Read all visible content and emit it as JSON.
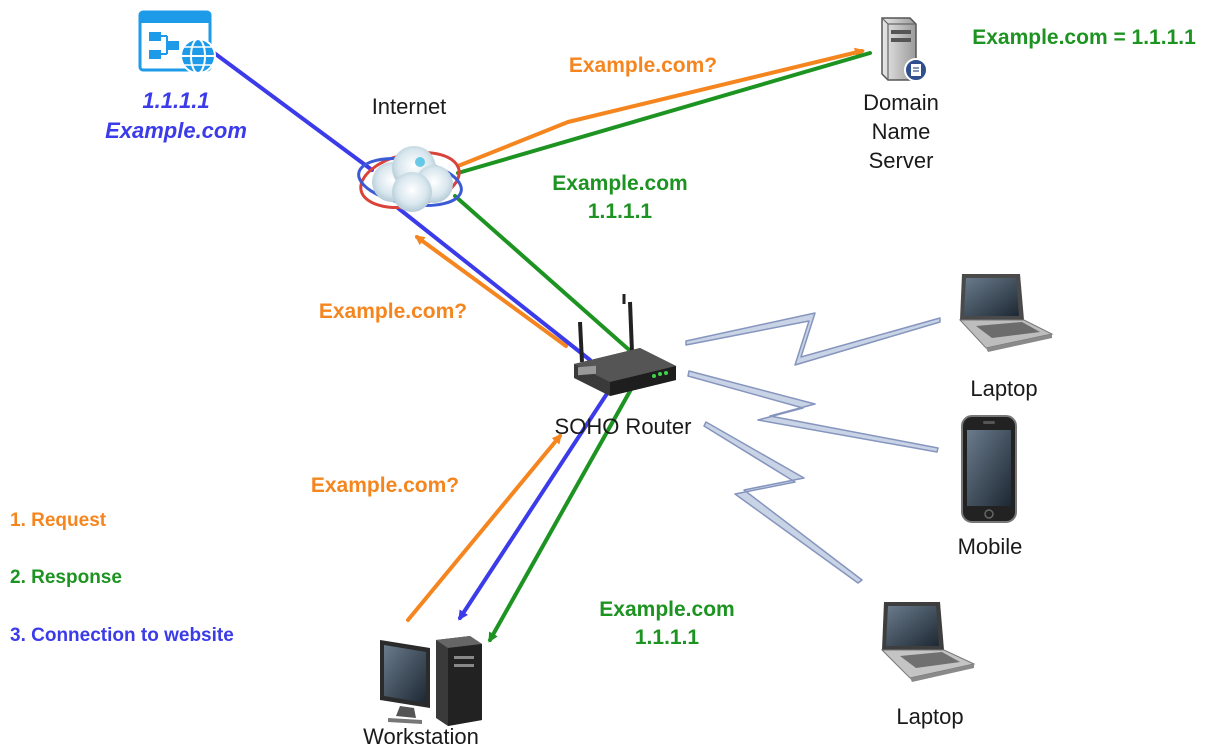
{
  "colors": {
    "request": "#f5861f",
    "response": "#1d9422",
    "connection": "#3b3bea",
    "wireless": "#c9d3e6",
    "wireless_stroke": "#8595bd"
  },
  "nodes": {
    "website": {
      "line1": "1.1.1.1",
      "line2": "Example.com",
      "icon": "website-globe-icon"
    },
    "internet": {
      "label": "Internet",
      "icon": "cloud-icon"
    },
    "dns": {
      "line1": "Domain",
      "line2": "Name",
      "line3": "Server",
      "icon": "server-icon"
    },
    "router": {
      "label": "SOHO Router",
      "icon": "router-icon"
    },
    "workstation": {
      "label": "Workstation",
      "icon": "desktop-computer-icon"
    },
    "laptop1": {
      "label": "Laptop",
      "icon": "laptop-icon"
    },
    "mobile": {
      "label": "Mobile",
      "icon": "smartphone-icon"
    },
    "laptop2": {
      "label": "Laptop",
      "icon": "laptop-icon"
    }
  },
  "edge_labels": {
    "internet_dns_request": "Example.com?",
    "dns_response": "Example.com = 1.1.1.1",
    "internet_router_response": {
      "line1": "Example.com",
      "line2": "1.1.1.1"
    },
    "router_internet_request": "Example.com?",
    "workstation_router_request": "Example.com?",
    "router_workstation_response": {
      "line1": "Example.com",
      "line2": "1.1.1.1"
    }
  },
  "legend": {
    "item1": "1. Request",
    "item2": "2. Response",
    "item3": "3. Connection to website"
  }
}
